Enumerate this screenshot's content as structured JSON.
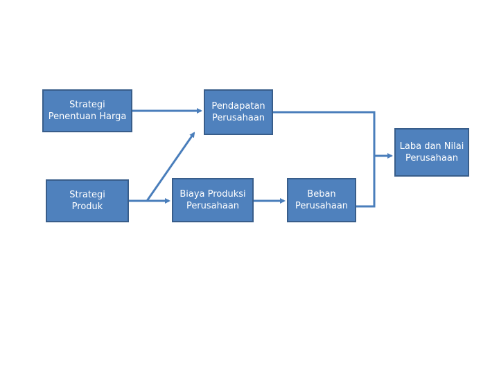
{
  "nodes": {
    "penentuan_harga": "Strategi\nPenentuan Harga",
    "produk": "Strategi\nProduk",
    "pendapatan": "Pendapatan\nPerusahaan",
    "biaya_produksi": "Biaya Produksi\nPerusahaan",
    "beban": "Beban\nPerusahaan",
    "laba_nilai": "Laba dan Nilai\nPerusahaan"
  },
  "colors": {
    "node_fill": "#4f81bd",
    "node_border": "#385d8a",
    "connector": "#4a7ebb",
    "text": "#ffffff"
  }
}
